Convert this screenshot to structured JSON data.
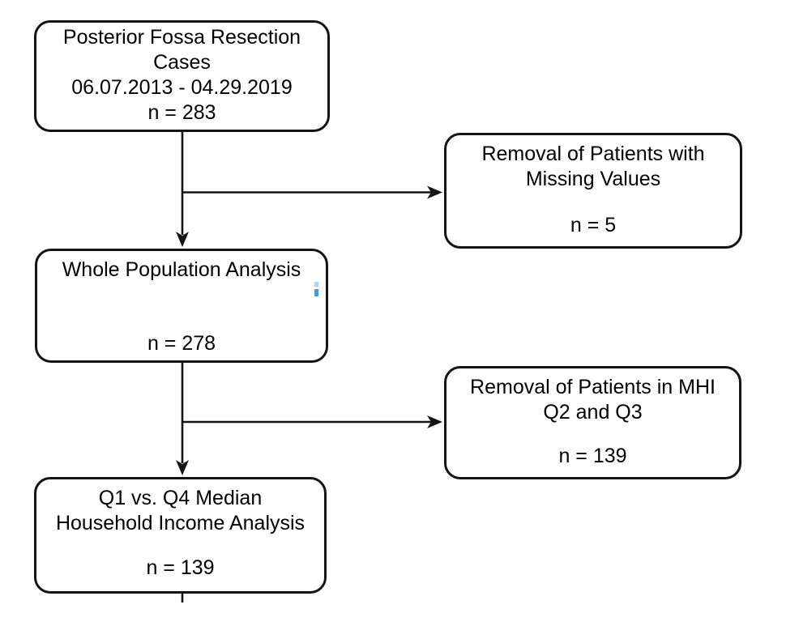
{
  "diagram": {
    "type": "flowchart",
    "background_color": "#ffffff",
    "stroke_color": "#141414",
    "text_color": "#000000",
    "nodes": [
      {
        "id": "posterior-fossa-cases",
        "lines": [
          "Posterior Fossa Resection",
          "Cases",
          "06.07.2013 - 04.29.2019"
        ],
        "count": "n = 283"
      },
      {
        "id": "removal-missing-values",
        "lines": [
          "Removal of Patients with",
          "Missing Values"
        ],
        "count": "n = 5"
      },
      {
        "id": "whole-population-analysis",
        "lines": [
          "Whole Population Analysis"
        ],
        "count": "n = 278"
      },
      {
        "id": "removal-mhi-q2-q3",
        "lines": [
          "Removal of Patients in MHI",
          "Q2 and Q3"
        ],
        "count": "n = 139"
      },
      {
        "id": "q1-q4-income-analysis",
        "lines": [
          "Q1 vs. Q4 Median",
          "Household Income Analysis"
        ],
        "count": "n = 139"
      }
    ],
    "edges": [
      {
        "from": "posterior-fossa-cases",
        "to": "whole-population-analysis",
        "style": "arrow-down"
      },
      {
        "from": "posterior-fossa-cases",
        "to": "removal-missing-values",
        "style": "arrow-right"
      },
      {
        "from": "whole-population-analysis",
        "to": "q1-q4-income-analysis",
        "style": "arrow-down"
      },
      {
        "from": "whole-population-analysis",
        "to": "removal-mhi-q2-q3",
        "style": "arrow-right"
      }
    ],
    "artifact_colors": {
      "light_blue": "#aed6f2",
      "blue": "#3f9de2"
    }
  }
}
